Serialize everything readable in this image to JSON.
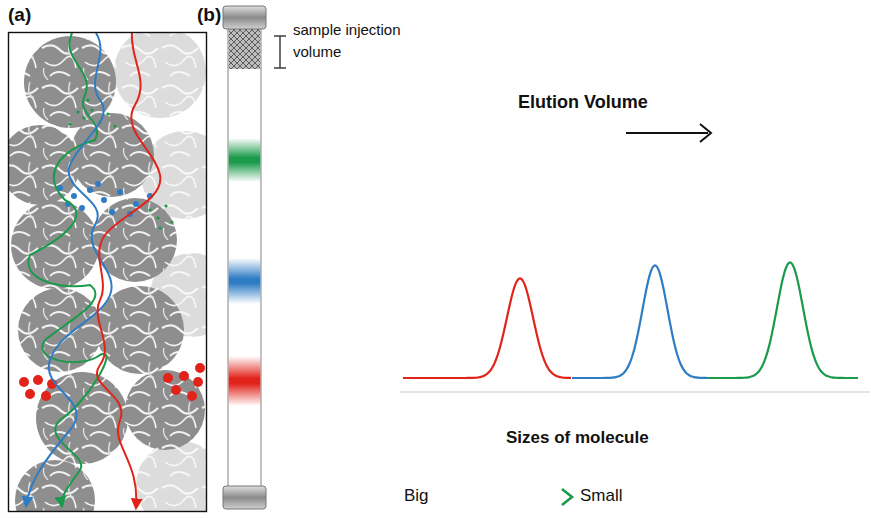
{
  "diagram": {
    "labels": [
      "(a)",
      "(b)",
      "sample injection volume",
      "Elution Volume",
      "Sizes of molecule",
      "Big",
      "Small"
    ]
  }
}
